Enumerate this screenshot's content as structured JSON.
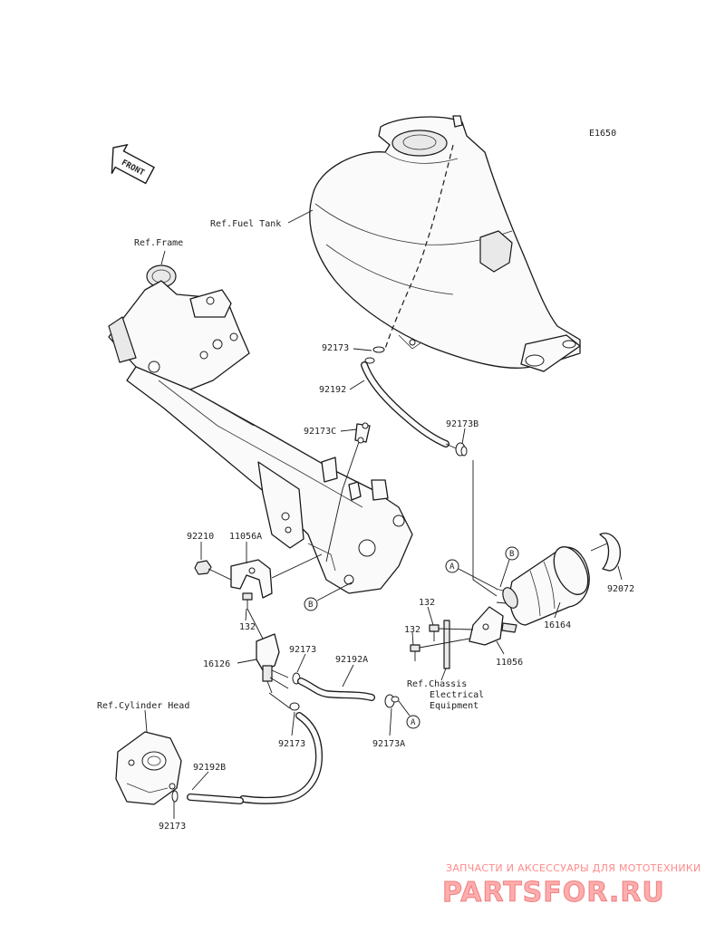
{
  "diagram_code": "E1650",
  "front_label": "FRONT",
  "refs": {
    "fuel_tank": "Ref.Fuel Tank",
    "frame": "Ref.Frame",
    "chassis_l1": "Ref.Chassis",
    "chassis_l2": "Electrical",
    "chassis_l3": "Equipment",
    "cylinder_head": "Ref.Cylinder Head"
  },
  "parts": {
    "p92173_tank": "92173",
    "p92192": "92192",
    "p92173C": "92173C",
    "p92173B": "92173B",
    "p92210": "92210",
    "p11056A": "11056A",
    "p132_left": "132",
    "p16126": "16126",
    "p92173_mid": "92173",
    "p92192A": "92192A",
    "p92173_low": "92173",
    "p92173A": "92173A",
    "p92192B": "92192B",
    "p92173_head": "92173",
    "p132_top": "132",
    "p132_bottom": "132",
    "p16164": "16164",
    "p92072": "92072",
    "p11056": "11056"
  },
  "callouts": {
    "A_upper": "A",
    "A_lower": "A",
    "B_upper": "B",
    "B_lower": "B"
  },
  "watermark": {
    "tagline": "ЗАПЧАСТИ И АКСЕССУАРЫ ДЛЯ МОТОТЕХНИКИ",
    "brand": "PARTSFOR.RU"
  }
}
